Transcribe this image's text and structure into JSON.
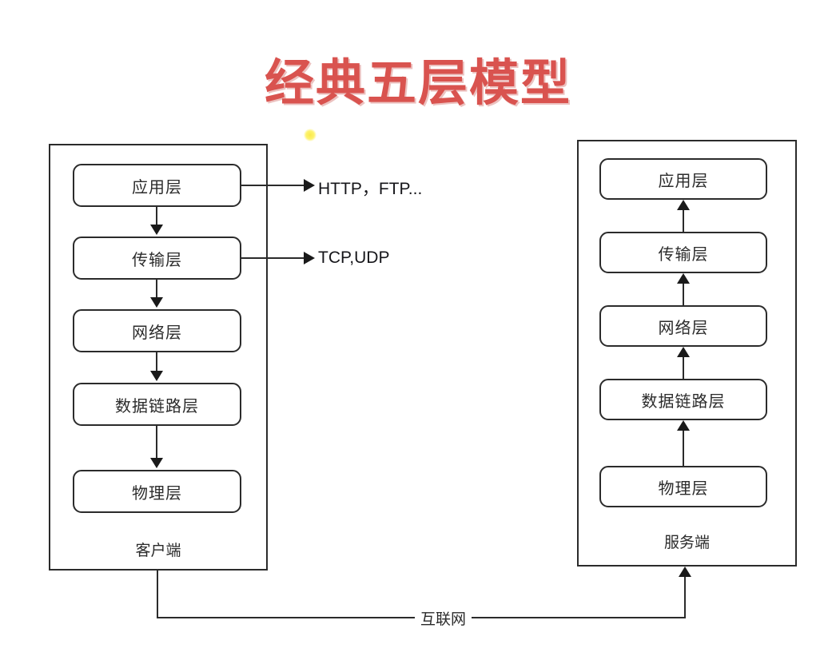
{
  "title": "经典五层模型",
  "accent_color": "#d9534f",
  "line_color": "#2b2b2b",
  "highlight_dot_color": "#fbe94b",
  "client": {
    "caption": "客户端",
    "flow_direction": "down",
    "layers": [
      {
        "label": "应用层"
      },
      {
        "label": "传输层"
      },
      {
        "label": "网络层"
      },
      {
        "label": "数据链路层"
      },
      {
        "label": "物理层"
      }
    ]
  },
  "server": {
    "caption": "服务端",
    "flow_direction": "up",
    "layers": [
      {
        "label": "应用层"
      },
      {
        "label": "传输层"
      },
      {
        "label": "网络层"
      },
      {
        "label": "数据链路层"
      },
      {
        "label": "物理层"
      }
    ]
  },
  "protocol_callouts": [
    {
      "from_layer": "应用层",
      "label": "HTTP，FTP..."
    },
    {
      "from_layer": "传输层",
      "label": "TCP,UDP"
    }
  ],
  "network_link": {
    "label": "互联网",
    "from": "客户端",
    "to": "服务端"
  }
}
